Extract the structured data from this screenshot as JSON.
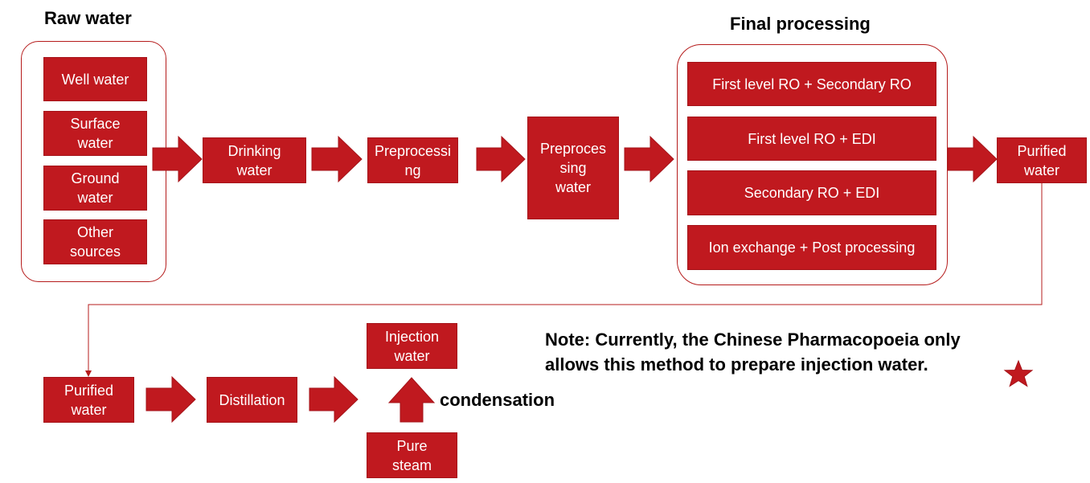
{
  "headings": {
    "raw_water": "Raw water",
    "final_processing": "Final processing"
  },
  "raw_water_sources": [
    "Well water",
    "Surface\nwater",
    "Ground\nwater",
    "Other\nsources"
  ],
  "flow_top": {
    "drinking_water": "Drinking\nwater",
    "preprocessing": "Preprocessi\nng",
    "preprocessing_water": "Preproces\nsing\nwater",
    "purified_water": "Purified\nwater"
  },
  "final_processing_options": [
    "First level RO + Secondary RO",
    "First level RO + EDI",
    "Secondary RO + EDI",
    "Ion exchange + Post processing"
  ],
  "flow_bottom": {
    "purified_water": "Purified\nwater",
    "distillation": "Distillation",
    "injection_water": "Injection\nwater",
    "pure_steam": "Pure\nsteam",
    "condensation": "condensation"
  },
  "note": "Note: Currently, the Chinese Pharmacopoeia only\nallows this method to prepare injection water.",
  "colors": {
    "box_fill": "#c0191f",
    "border": "#b51c1c",
    "text_on_box": "#ffffff"
  },
  "icons": {
    "star": "star-icon"
  }
}
